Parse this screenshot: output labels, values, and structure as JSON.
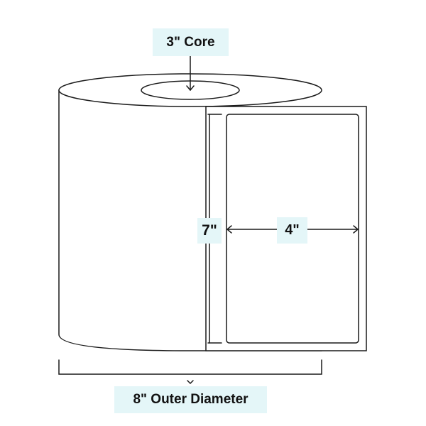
{
  "labels": {
    "core": "3\" Core",
    "label_height": "7\"",
    "label_width": "4\"",
    "outer_diameter": "8\" Outer Diameter"
  },
  "colors": {
    "outline": "#1a1a1a",
    "tag_background": "#e4f6f8",
    "text": "#111111",
    "background": "#ffffff"
  }
}
